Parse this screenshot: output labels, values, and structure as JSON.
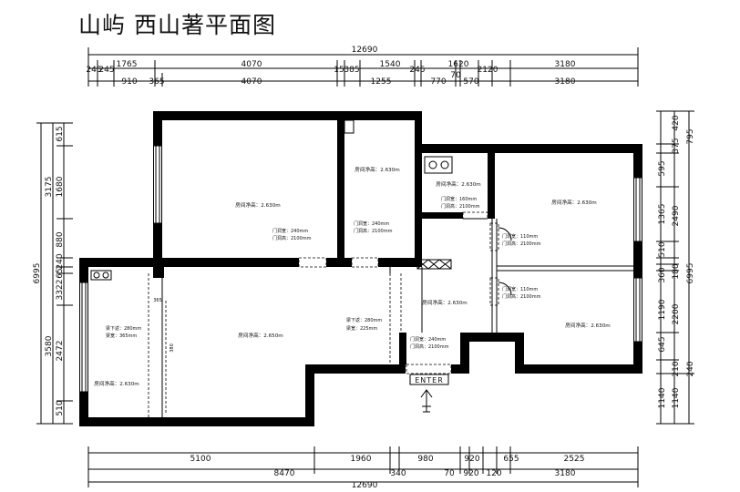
{
  "title": "山屿 西山著平面图",
  "dimensions": {
    "top_total": "12690",
    "top_row2": [
      "245",
      "245",
      "1765",
      "4070",
      "15",
      "385",
      "1540",
      "245",
      "1620",
      "2120",
      "3180"
    ],
    "top_row3": [
      "910",
      "365",
      "4070",
      "1255",
      "770",
      "70",
      "570",
      "3180"
    ],
    "bottom_row1": [
      "5100",
      "1960",
      "980",
      "920",
      "655",
      "2525"
    ],
    "bottom_row2": [
      "8470",
      "340",
      "70",
      "920",
      "120",
      "3180"
    ],
    "bottom_total": "12690",
    "left_outer": [
      "6995"
    ],
    "left_middle": [
      "3175",
      "3580"
    ],
    "left_inner": [
      "615",
      "1680",
      "880",
      "240",
      "65",
      "3322",
      "2472",
      "510"
    ],
    "right_inner": [
      "595",
      "1365",
      "510",
      "360",
      "1190",
      "645",
      "1140"
    ],
    "right_middle": [
      "420",
      "375",
      "2490",
      "180",
      "2200",
      "210",
      "1140"
    ],
    "right_outer": [
      "795",
      "6995",
      "240"
    ]
  },
  "rooms": [
    "房间净高：2.630m",
    "房间净高：2.630m",
    "房间净高：2.630m",
    "房间净高：2.630m",
    "房间净高：2.630m",
    "房间净高：2.650m",
    "房间净高：2.630m",
    "房间净高：2.630m"
  ],
  "doors": [
    {
      "width": "门洞宽：240mm",
      "height": "门洞高：2100mm"
    },
    {
      "width": "门洞宽：240mm",
      "height": "门洞高：2100mm"
    },
    {
      "width": "门洞宽：160mm",
      "height": "门洞高：2100mm"
    },
    {
      "width": "门洞宽：110mm",
      "height": "门洞高：2100mm"
    },
    {
      "width": "门洞宽：110mm",
      "height": "门洞高：2100mm"
    },
    {
      "width": "门洞宽：240mm",
      "height": "门洞高：2100mm"
    }
  ],
  "beams": [
    {
      "drop": "梁下返：280mm",
      "width": "梁宽：365mm"
    },
    {
      "drop": "梁下返：280mm",
      "width": "梁宽：225mm"
    }
  ],
  "annotations": {
    "beam_offset": "365",
    "beam_length": "380",
    "entrance": "ENTER"
  },
  "icons": {
    "kitchen_sink": "sink-icon",
    "bathroom_sink": "basin-icon",
    "entrance_arrow": "entrance-arrow-icon"
  }
}
